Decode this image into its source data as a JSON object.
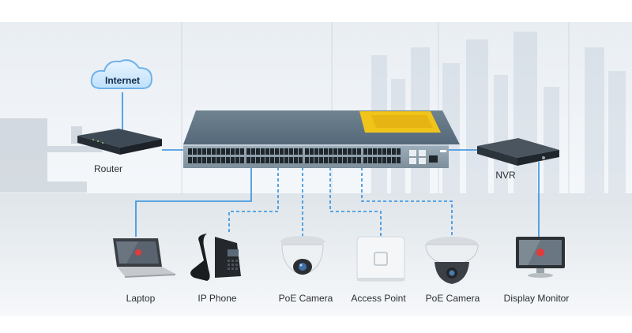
{
  "diagram": {
    "internet_label": "Internet",
    "router_label": "Router",
    "nvr_label": "NVR",
    "devices": [
      {
        "label": "Laptop",
        "icon": "laptop-icon"
      },
      {
        "label": "IP Phone",
        "icon": "ip-phone-icon"
      },
      {
        "label": "PoE Camera",
        "icon": "dome-camera-icon"
      },
      {
        "label": "Access Point",
        "icon": "access-point-icon"
      },
      {
        "label": "PoE Camera",
        "icon": "speed-dome-camera-icon"
      },
      {
        "label": "Display Monitor",
        "icon": "monitor-icon"
      }
    ],
    "colors": {
      "solid_link": "#2f8fe0",
      "dashed_link": "#2f8fe0",
      "switch_body": "#5b6f7c",
      "switch_label": "#f0c419"
    }
  }
}
